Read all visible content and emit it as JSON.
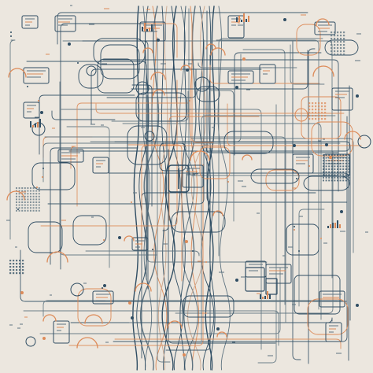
{
  "palette": {
    "background": "#ece7df",
    "navy": "#2f4d63",
    "slate": "#5e7380",
    "orange": "#dd8b59",
    "tan": "#c9a58c"
  },
  "icons": [
    "circuit-trace",
    "component-box",
    "node-circle",
    "grid-cluster",
    "mini-chart",
    "dot-matrix"
  ],
  "text_fragments": []
}
